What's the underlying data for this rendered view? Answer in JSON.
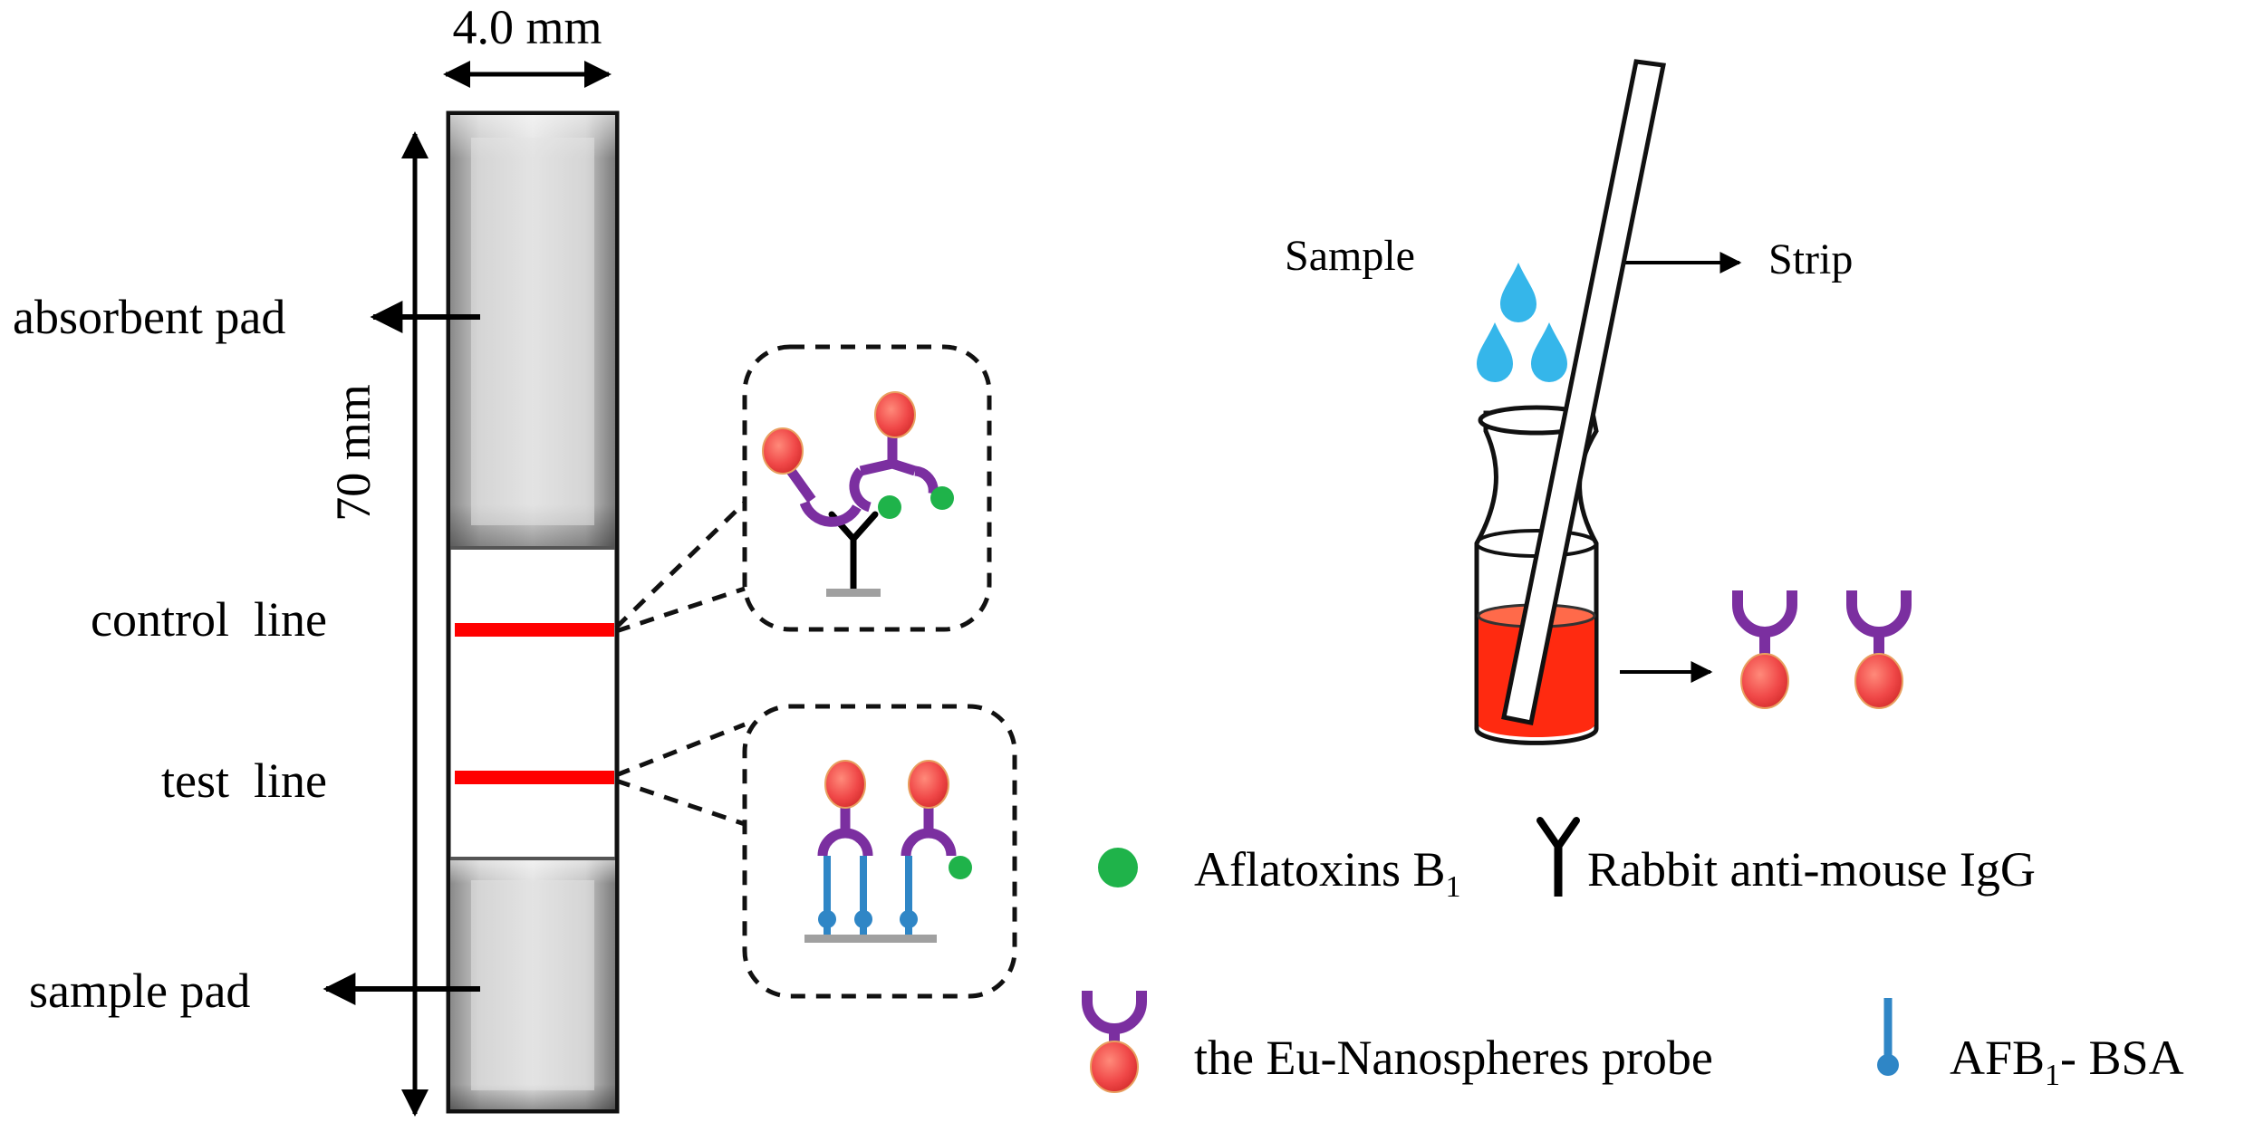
{
  "strip": {
    "width_label": "4.0 mm",
    "length_label": "70 mm",
    "absorbent_pad": "absorbent pad",
    "control_line": "control  line",
    "test_line": "test  line",
    "sample_pad": "sample pad"
  },
  "setup": {
    "sample_label": "Sample",
    "strip_label": "Strip"
  },
  "legend": {
    "aflatoxin": "Aflatoxins B",
    "aflatoxin_sub": "1",
    "igg": "Rabbit anti-mouse IgG",
    "probe": "the Eu-Nanospheres probe",
    "afb_prefix": "AFB",
    "afb_sub": "1",
    "afb_suffix": "- BSA"
  },
  "colors": {
    "test_line": "#ff0000",
    "antibody": "#7b2fa0",
    "nanosphere": "#f05050",
    "aflatoxin": "#1fb34a",
    "bsa": "#2f86c6",
    "liquid": "#ff2a10",
    "droplet": "#35b6ea"
  }
}
